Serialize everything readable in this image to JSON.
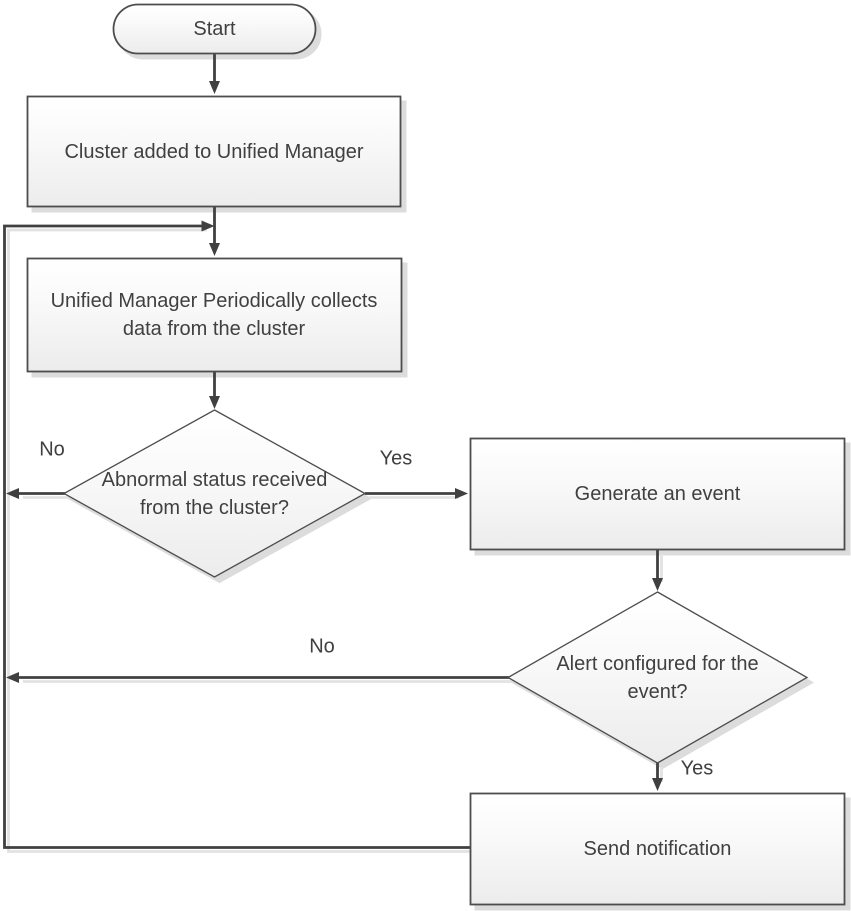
{
  "flowchart": {
    "nodes": [
      {
        "id": "start",
        "type": "terminator",
        "label": "Start"
      },
      {
        "id": "cluster-added",
        "type": "process",
        "label": "Cluster added to Unified Manager"
      },
      {
        "id": "collect-data",
        "type": "process",
        "label": "Unified Manager Periodically collects data from the cluster"
      },
      {
        "id": "abnormal-status",
        "type": "decision",
        "label": "Abnormal status received from the cluster?"
      },
      {
        "id": "generate-event",
        "type": "process",
        "label": "Generate an event"
      },
      {
        "id": "alert-configured",
        "type": "decision",
        "label": "Alert configured for the event?"
      },
      {
        "id": "send-notification",
        "type": "process",
        "label": "Send notification"
      }
    ],
    "edges": [
      {
        "from": "start",
        "to": "cluster-added",
        "label": ""
      },
      {
        "from": "cluster-added",
        "to": "collect-data",
        "label": ""
      },
      {
        "from": "collect-data",
        "to": "abnormal-status",
        "label": ""
      },
      {
        "from": "abnormal-status",
        "to": "generate-event",
        "label": "Yes"
      },
      {
        "from": "abnormal-status",
        "to": "collect-data",
        "label": "No"
      },
      {
        "from": "generate-event",
        "to": "alert-configured",
        "label": ""
      },
      {
        "from": "alert-configured",
        "to": "send-notification",
        "label": "Yes"
      },
      {
        "from": "alert-configured",
        "to": "collect-data",
        "label": "No"
      },
      {
        "from": "send-notification",
        "to": "collect-data",
        "label": ""
      }
    ],
    "edge_labels": {
      "abnormal_no": "No",
      "abnormal_yes": "Yes",
      "alert_no": "No",
      "alert_yes": "Yes"
    },
    "colors": {
      "connector": "#404040",
      "shape_border": "#4d4d4d",
      "text": "#404040",
      "shadow": "#dcdcdc",
      "connector_shadow": "#e2e2e2",
      "fill_top": "#ffffff",
      "fill_bottom": "#ececec",
      "background": "#ffffff"
    }
  }
}
